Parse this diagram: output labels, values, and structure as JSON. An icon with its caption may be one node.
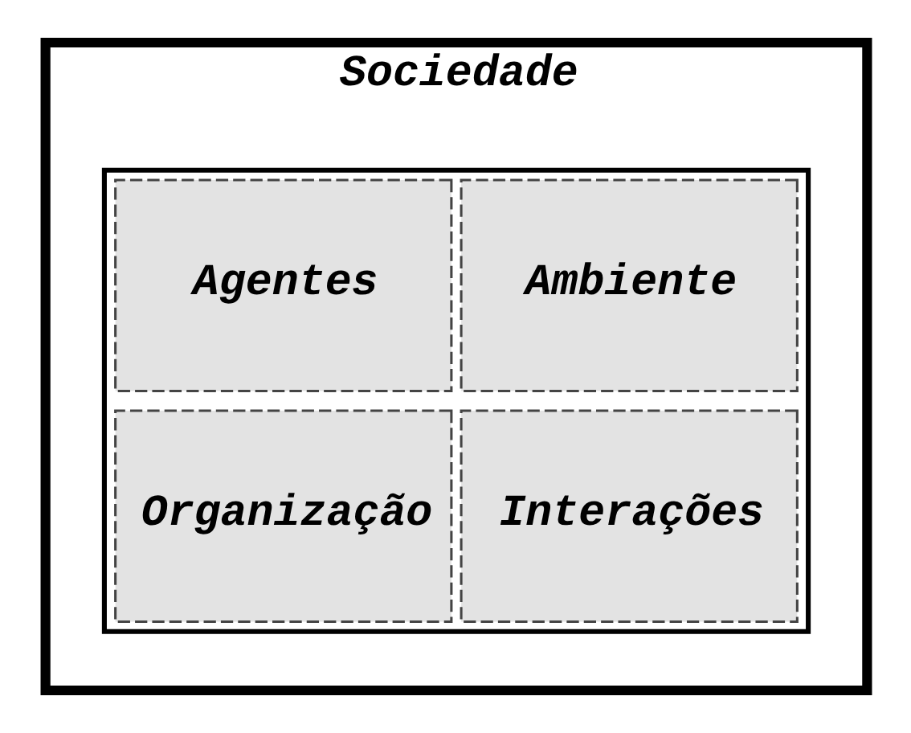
{
  "diagram": {
    "nodes": [
      {
        "text": [
          "Sociedade"
        ]
      },
      {
        "text": [],
        "shape": "box",
        "in": 0
      },
      {
        "text": [
          "Agentes"
        ],
        "in": 1
      },
      {
        "text": [
          "Ambiente"
        ],
        "in": 1
      },
      {
        "text": [
          "Organização"
        ],
        "in": 1
      },
      {
        "text": [
          "Interações"
        ],
        "in": 1
      }
    ],
    "edges": []
  }
}
